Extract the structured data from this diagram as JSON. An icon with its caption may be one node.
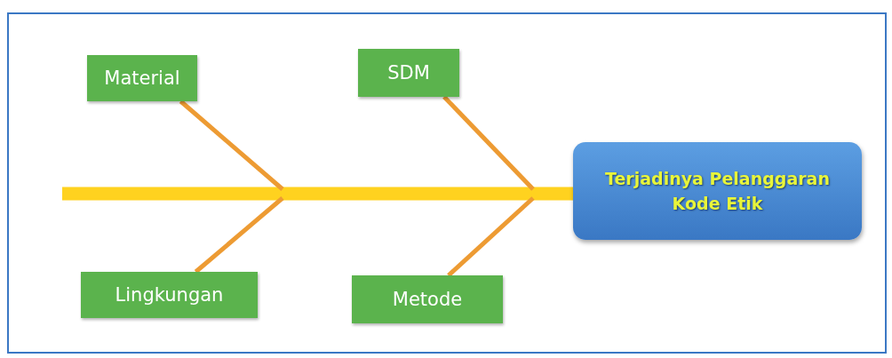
{
  "diagram": {
    "nodes": [
      {
        "text": [
          "Material"
        ]
      },
      {
        "text": [
          "SDM"
        ]
      },
      {
        "text": [
          "Lingkungan"
        ]
      },
      {
        "text": [
          "Metode"
        ]
      },
      {
        "text": [
          "Terjadinya Pelanggaran Kode Etik"
        ]
      }
    ],
    "edges": [
      {
        "from": 0,
        "to": null,
        "arrow": "none"
      },
      {
        "from": 1,
        "to": null,
        "arrow": "none"
      },
      {
        "from": 2,
        "to": null,
        "arrow": "none"
      },
      {
        "from": 3,
        "to": null,
        "arrow": "none"
      },
      {
        "from": null,
        "to": 4,
        "arrow": "none",
        "style": "thick",
        "color": "#ffd21f"
      }
    ]
  }
}
